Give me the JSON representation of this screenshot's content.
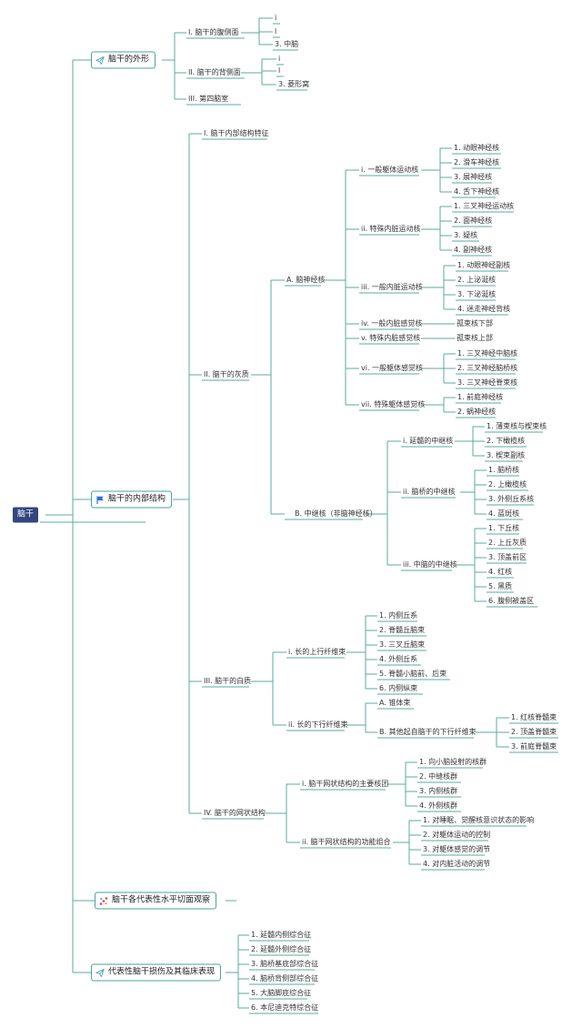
{
  "root": {
    "label": "脑干"
  },
  "icons": {
    "external": "paper-plane-icon",
    "internal": "flag-icon",
    "observe": "scatter-dots-icon",
    "clinical": "paper-plane-icon"
  },
  "colors": {
    "line": "#5aab9f",
    "root_bg": "#34467f",
    "flag": "#2a6fd1",
    "plane": "#5aa7c2",
    "dots": "#d9455f"
  },
  "branches": {
    "external": {
      "label": "脑干的外形",
      "ventral": {
        "label": "I. 脑干的腹侧面",
        "items": [
          "i",
          "l",
          "3. 中脑"
        ]
      },
      "dorsal": {
        "label": "II. 脑干的背侧面",
        "items": [
          "i",
          "l",
          "3. 菱形窝"
        ]
      },
      "fourth": {
        "label": "III. 第四脑室"
      }
    },
    "internal": {
      "label": "脑干的内部结构",
      "features": {
        "label": "I. 脑干内部结构特征"
      },
      "gray": {
        "label": "II. 脑干的灰质",
        "cranial": {
          "label": "A. 脑神经核",
          "g1": {
            "label": "i. 一般躯体运动核",
            "items": [
              "1. 动眼神经核",
              "2. 滑车神经核",
              "3. 展神经核",
              "4. 舌下神经核"
            ]
          },
          "g2": {
            "label": "ii. 特殊内脏运动核",
            "items": [
              "1. 三叉神经运动核",
              "2. 面神经核",
              "3. 疑核",
              "4. 副神经核"
            ]
          },
          "g3": {
            "label": "iii. 一般内脏运动核",
            "items": [
              "1. 动眼神经副核",
              "2. 上泌涎核",
              "3. 下泌涎核",
              "4. 迷走神经背核"
            ]
          },
          "g4": {
            "label": "iv. 一般内脏感觉核",
            "item": "孤束核下部"
          },
          "g5": {
            "label": "v. 特殊内脏感觉核",
            "item": "孤束核上部"
          },
          "g6": {
            "label": "vi. 一般躯体感觉核",
            "items": [
              "1. 三叉神经中脑核",
              "2. 三叉神经脑桥核",
              "3. 三叉神经脊束核"
            ]
          },
          "g7": {
            "label": "vii. 特殊躯体感觉核",
            "items": [
              "1. 前庭神经核",
              "2. 蜗神经核"
            ]
          }
        },
        "relay": {
          "label": "B. 中继核（非脑神经核）",
          "r1": {
            "label": "i. 延髓的中继核",
            "items": [
              "1. 薄束核与楔束核",
              "2. 下橄榄核",
              "3. 楔束副核"
            ]
          },
          "r2": {
            "label": "ii. 脑桥的中继核",
            "items": [
              "1. 脑桥核",
              "2. 上橄榄核",
              "3. 外侧丘系核",
              "4. 蓝斑核"
            ]
          },
          "r3": {
            "label": "iii. 中脑的中继核",
            "items": [
              "1. 下丘核",
              "2. 上丘灰质",
              "3. 顶盖前区",
              "4. 红核",
              "5. 黑质",
              "6. 腹侧被盖区"
            ]
          }
        }
      },
      "white": {
        "label": "III. 脑干的白质",
        "asc": {
          "label": "i. 长的上行纤维束",
          "items": [
            "1. 内侧丘系",
            "2. 脊髓丘脑束",
            "3. 三叉丘脑束",
            "4. 外侧丘系",
            "5. 脊髓小脑前、后束",
            "6. 内侧纵束"
          ]
        },
        "desc": {
          "label": "ii. 长的下行纤维束",
          "a": "A. 锥体束",
          "b": {
            "label": "B. 其他起自脑干的下行纤维束",
            "items": [
              "1. 红核脊髓束",
              "2. 顶盖脊髓束",
              "3. 前庭脊髓束"
            ]
          }
        }
      },
      "reticular": {
        "label": "IV. 脑干的网状结构",
        "nuclei": {
          "label": "i. 脑干网状结构的主要核团",
          "items": [
            "1. 向小脑投射的核群",
            "2. 中缝核群",
            "3. 内侧核群",
            "4. 外侧核群"
          ]
        },
        "functions": {
          "label": "ii. 脑干网状结构的功能组合",
          "items": [
            "1. 对睡眠、觉醒核意识状态的影响",
            "2. 对躯体运动的控制",
            "3. 对躯体感觉的调节",
            "4. 对内脏活动的调节"
          ]
        }
      }
    },
    "observe": {
      "label": "脑干各代表性水平切面观察"
    },
    "clinical": {
      "label": "代表性脑干损伤及其临床表现",
      "items": [
        "1. 延髓内侧综合征",
        "2. 延髓外侧综合征",
        "3. 脑桥基底部综合征",
        "4. 脑桥背侧部综合征",
        "5. 大脑脚底综合征",
        "6. 本尼迪克特综合征"
      ]
    }
  }
}
